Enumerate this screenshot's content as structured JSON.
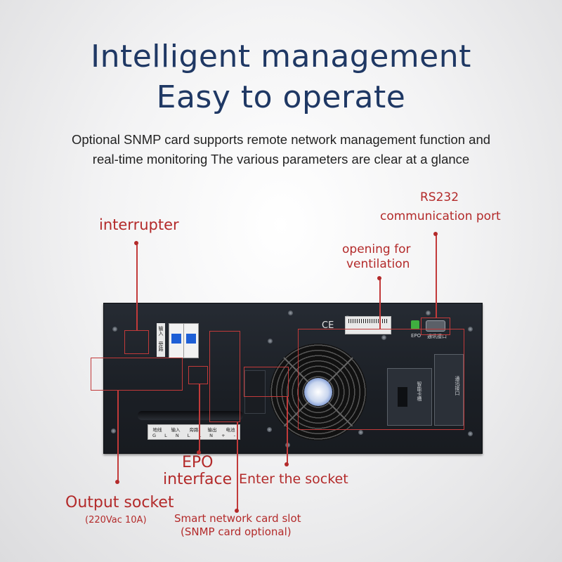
{
  "headline": {
    "line1": "Intelligent management",
    "line2": "Easy to operate"
  },
  "description": {
    "line1": "Optional SNMP card supports remote network management function and",
    "line2": "real-time monitoring The various parameters are clear at a glance"
  },
  "callouts": {
    "interrupter": "interrupter",
    "rs232_line1": "RS232",
    "rs232_line2": "communication port",
    "ventilation_line1": "opening for",
    "ventilation_line2": "ventilation",
    "epo_line1": "EPO",
    "epo_line2": "interface",
    "enter_socket": "Enter the socket",
    "output_socket": "Output socket",
    "output_socket_spec": "(220Vac  10A)",
    "snmp_line1": "Smart network card slot",
    "snmp_line2": "(SNMP card optional)"
  },
  "device_labels": {
    "ce_mark": "CE",
    "epo_port": "EPO",
    "comm_port": "通讯接口",
    "terminal_headers": [
      "地线",
      "输入",
      "旁路",
      "输出",
      "电池"
    ],
    "terminal_pins": [
      "G",
      "L",
      "N",
      "L",
      "L",
      "N",
      "+",
      "-"
    ],
    "breaker_tag_1": "输入",
    "breaker_tag_2": "旁路",
    "snmp_slot_tag": "智能卡槽",
    "side_tag": "通讯接口"
  },
  "colors": {
    "headline": "#1f3864",
    "callout": "#b32a2a",
    "panel": "#1e2228"
  }
}
